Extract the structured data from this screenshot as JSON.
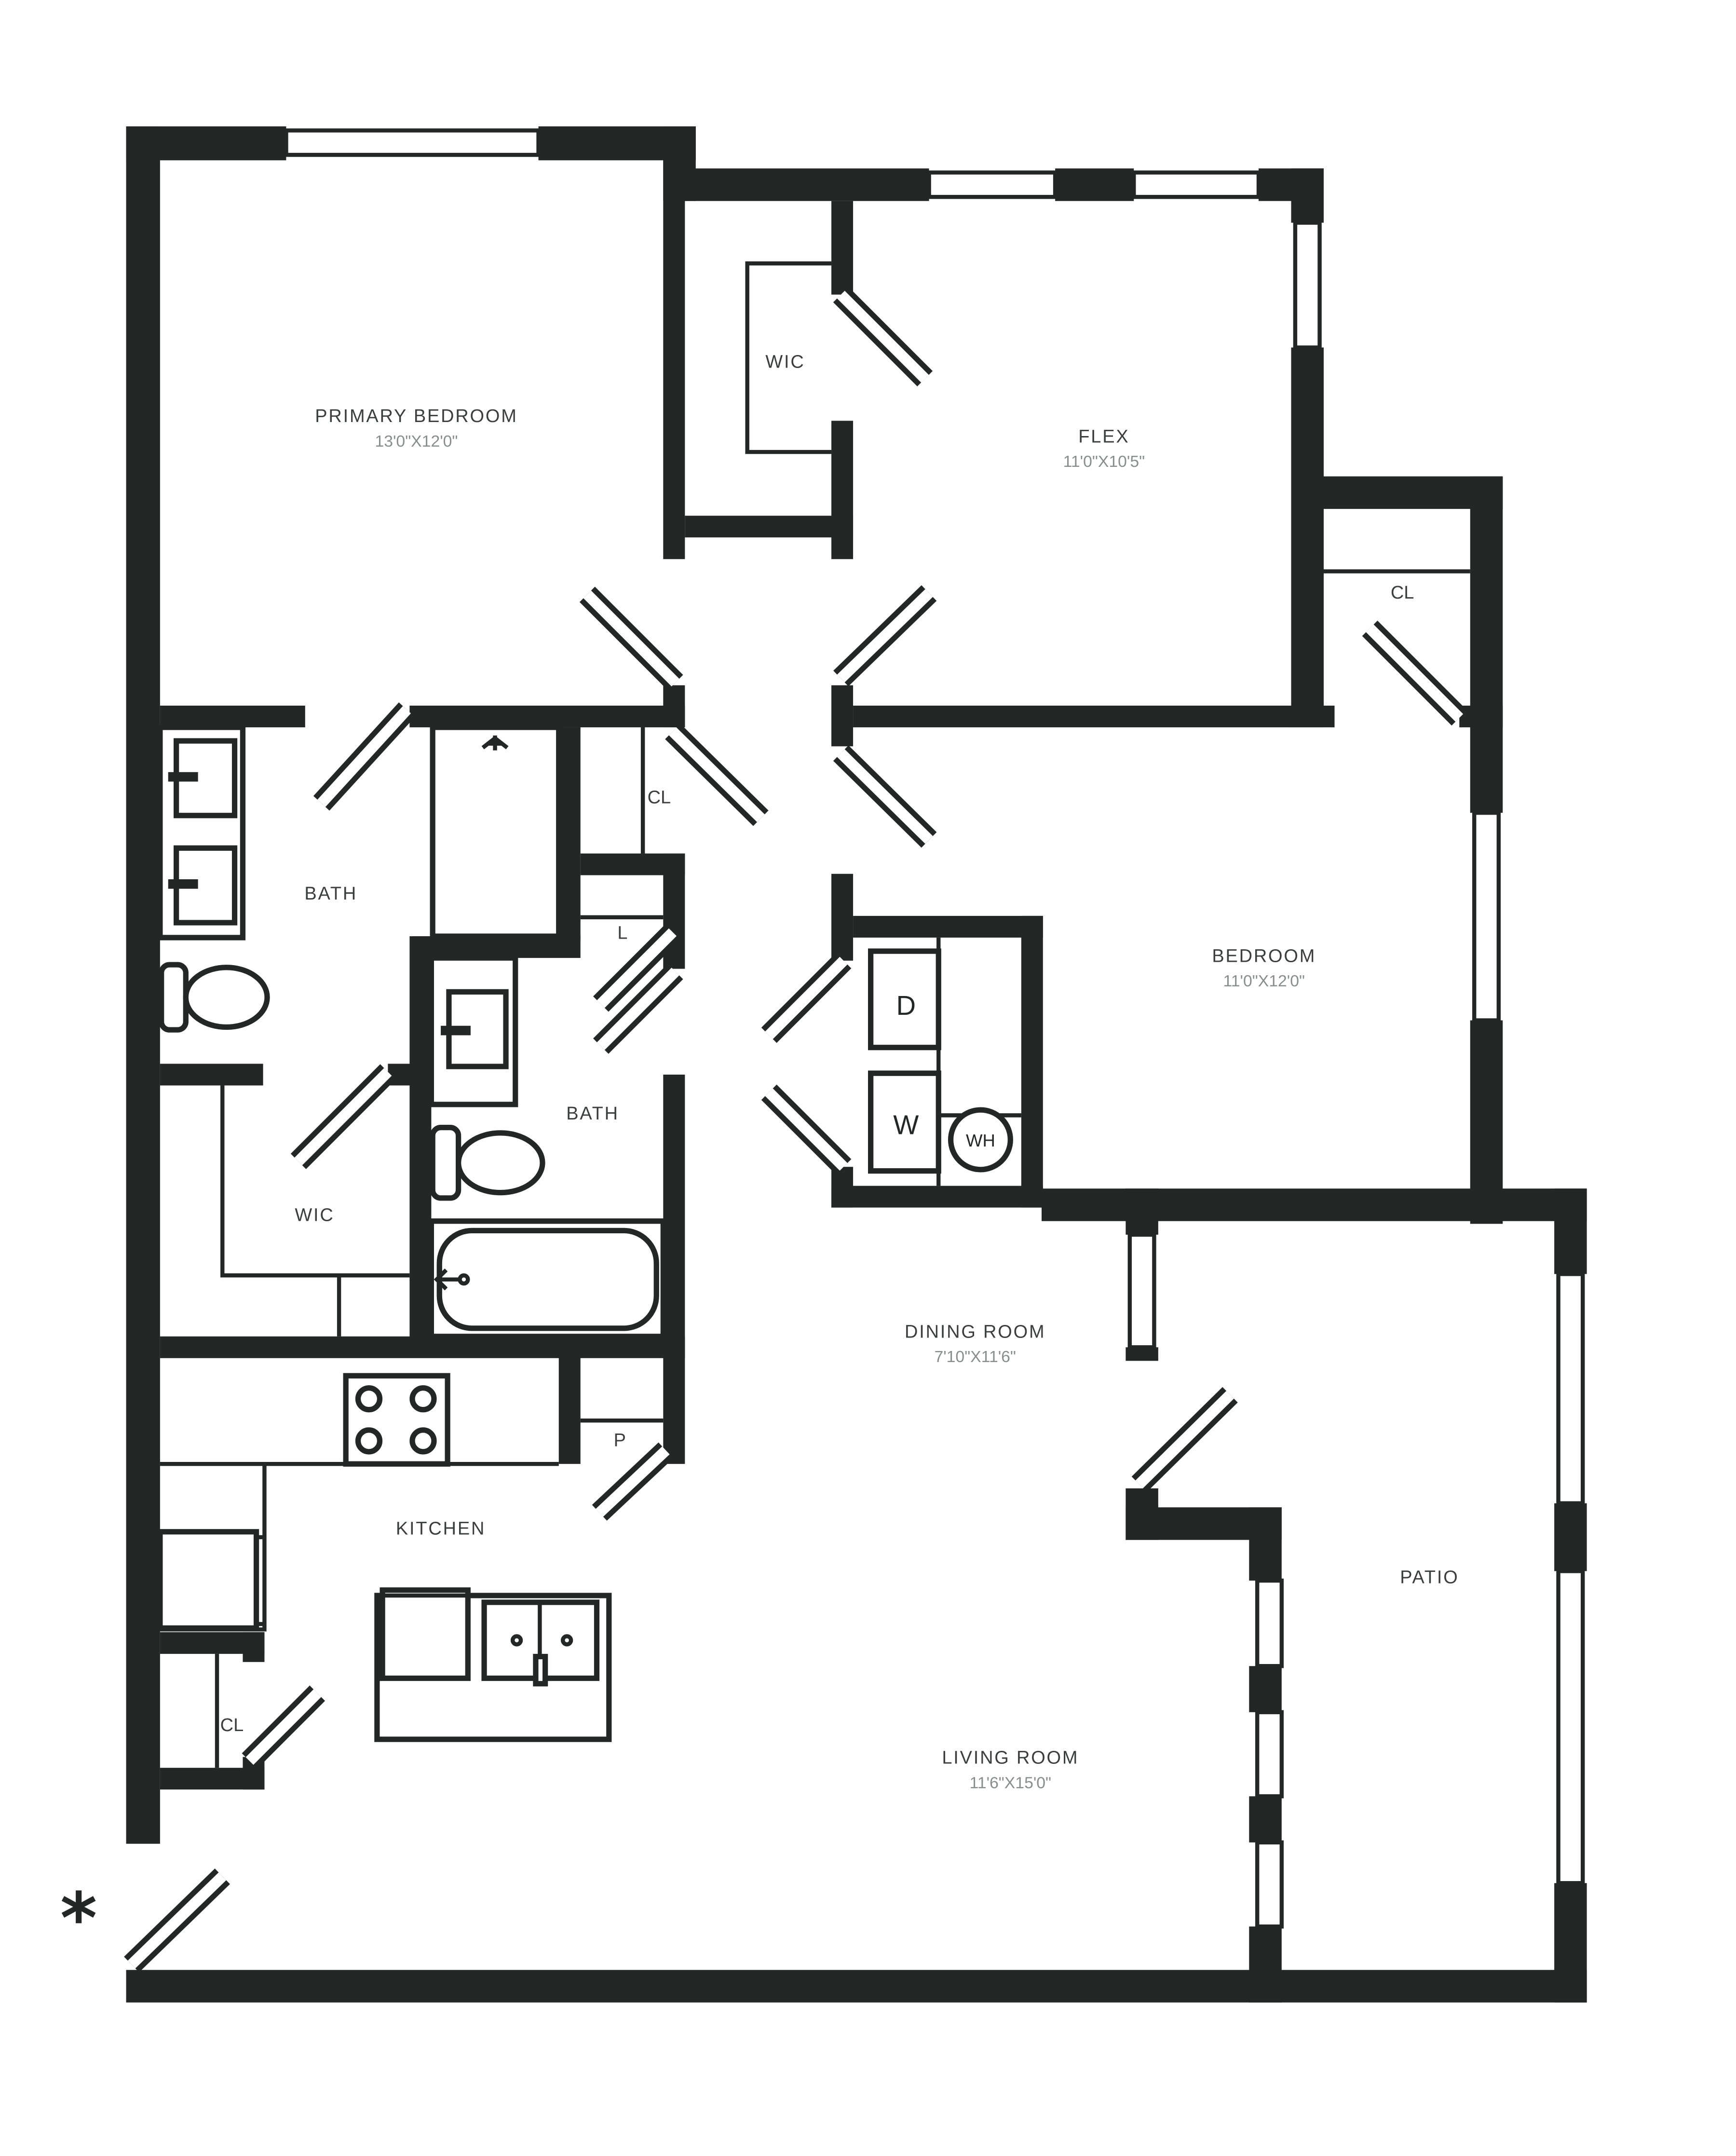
{
  "rooms": {
    "primary_bedroom": {
      "name": "PRIMARY BEDROOM",
      "dims": "13'0\"X12'0\""
    },
    "flex": {
      "name": "FLEX",
      "dims": "11'0\"X10'5\""
    },
    "bedroom": {
      "name": "BEDROOM",
      "dims": "11'0\"X12'0\""
    },
    "dining_room": {
      "name": "DINING ROOM",
      "dims": "7'10\"X11'6\""
    },
    "living_room": {
      "name": "LIVING ROOM",
      "dims": "11'6\"X15'0\""
    },
    "kitchen": {
      "name": "KITCHEN"
    },
    "patio": {
      "name": "PATIO"
    },
    "bath_primary": {
      "name": "BATH"
    },
    "bath_hall": {
      "name": "BATH"
    },
    "wic_primary": {
      "name": "WIC"
    },
    "wic_flex": {
      "name": "WIC"
    }
  },
  "closets": {
    "cl_hall": "CL",
    "cl_bedroom": "CL",
    "cl_entry": "CL",
    "linen": "L",
    "pantry": "P"
  },
  "appliances": {
    "dryer": "D",
    "washer": "W",
    "water_heater": "WH"
  },
  "entry_marker": "*",
  "colors": {
    "wall": "#232826",
    "background": "#ffffff",
    "label": "#3a3e3c",
    "dims": "#8a8d8b"
  }
}
